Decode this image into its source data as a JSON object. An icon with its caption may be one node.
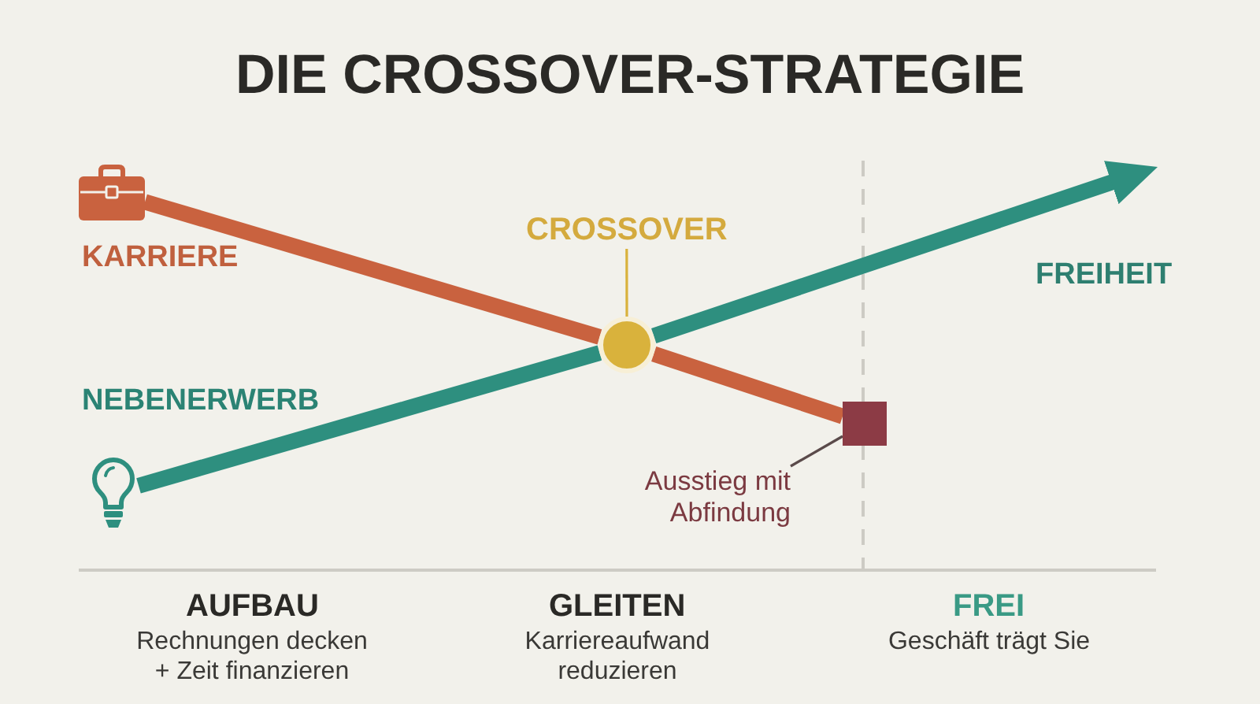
{
  "diagram": {
    "title": "DIE CROSSOVER-STRATEGIE",
    "nodes": [
      {
        "text": [],
        "shape": "picture"
      },
      {
        "text": [
          "CROSSOVER"
        ]
      },
      {
        "text": [],
        "shape": "circle"
      },
      {
        "text": [],
        "shape": "box"
      },
      {
        "text": [],
        "shape": "picture"
      },
      {
        "text": [
          "Ausstieg mit Abfindung"
        ]
      }
    ],
    "edges": [
      {
        "from": 0,
        "to": 2,
        "arrow": "none",
        "color": "#c9623f"
      },
      {
        "from": 2,
        "to": 3,
        "arrow": "none",
        "color": "#c9623f"
      },
      {
        "from": 4,
        "to": 2,
        "arrow": "none",
        "color": "#2e8f7f"
      },
      {
        "from": 2,
        "to": null,
        "arrow": "to",
        "color": "#2e8f7f"
      },
      {
        "from": 1,
        "to": 2,
        "arrow": "none",
        "color": "#d9b23c"
      },
      {
        "from": 5,
        "to": 3,
        "arrow": "none",
        "color": "#5a4a4a"
      }
    ],
    "labels": [
      "KARRIERE",
      "FREIHEIT",
      "NEBENERWERB",
      "AUFBAU",
      "GLEITEN",
      "FREI",
      "Rechnungen decken + Zeit finanzieren",
      "Karriereaufwand reduzieren",
      "Geschäft trägt Sie"
    ]
  }
}
